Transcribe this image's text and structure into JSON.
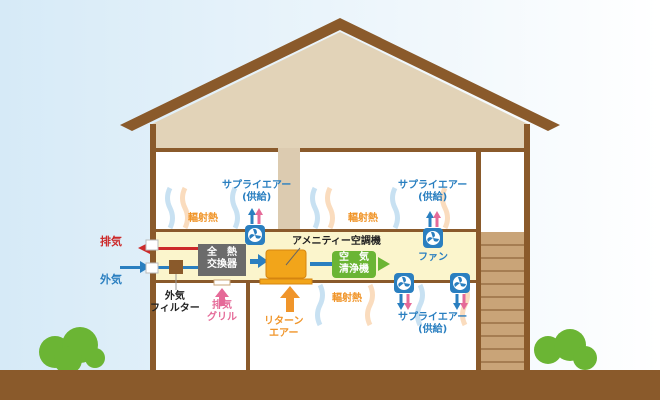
{
  "labels": {
    "supply_air_top_left": [
      "サプライエアー",
      "(供給)"
    ],
    "supply_air_top_right": [
      "サプライエアー",
      "(供給)"
    ],
    "supply_air_bottom": [
      "サプライエアー",
      "(供給)"
    ],
    "radiant_heat": "輻射熱",
    "exhaust": "排気",
    "outside_air": "外気",
    "heat_exchanger": [
      "全　熱",
      "交換器"
    ],
    "amenity_ac": "アメニティー空調機",
    "air_purifier": [
      "空　気",
      "清浄機"
    ],
    "fan": "ファン",
    "outside_filter": [
      "外気",
      "フィルター"
    ],
    "exhaust_grill": [
      "排気",
      "グリル"
    ],
    "return_air": [
      "リターン",
      "エアー"
    ]
  },
  "colors": {
    "supply": "#2a7fc0",
    "heat": "#f0952a",
    "exhaust": "#cc2a2a",
    "pink": "#e56a98",
    "wood": "#8a5a2b",
    "duct": "#fbf5cc",
    "green": "#6bb534"
  }
}
